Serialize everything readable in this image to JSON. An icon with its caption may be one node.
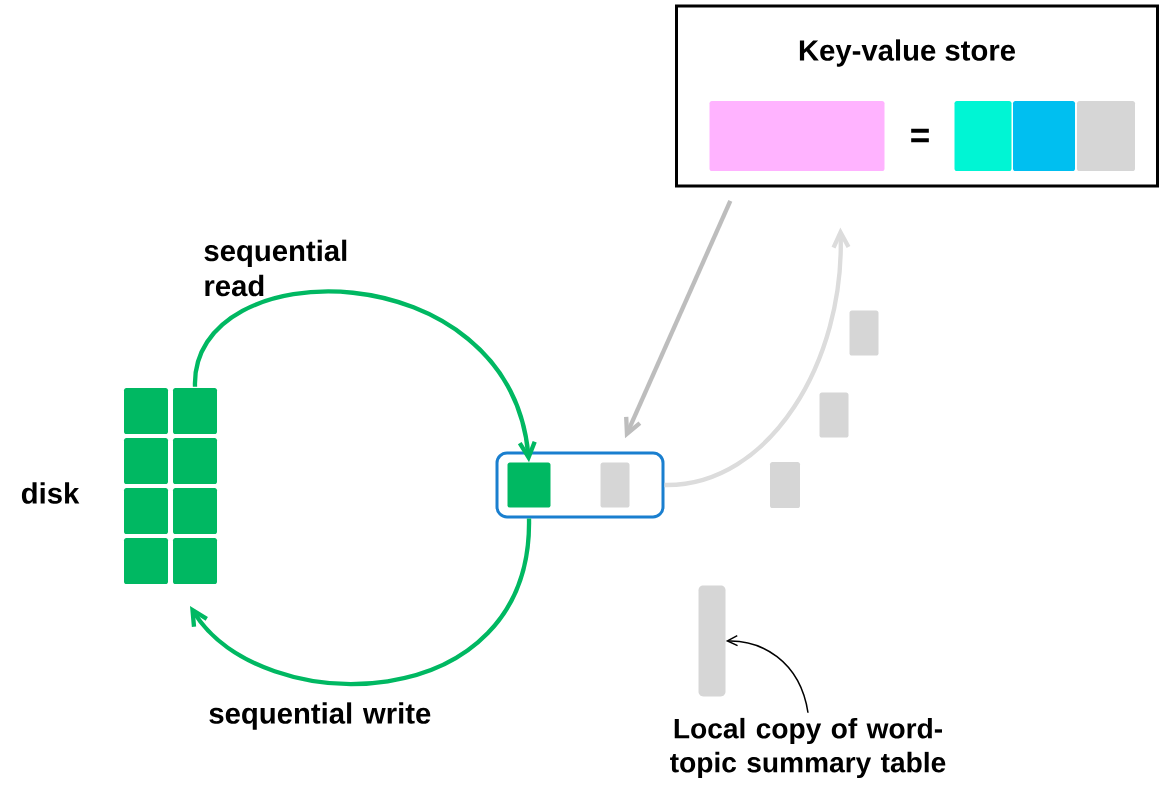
{
  "diagram": {
    "nodes": [
      {
        "text": [],
        "shape": "box",
        "beside": [
          "disk"
        ]
      },
      {
        "text": [],
        "shape": "box"
      },
      {
        "text": [],
        "shape": "box",
        "in": 1
      },
      {
        "text": [],
        "shape": "box",
        "in": 1
      },
      {
        "text": [
          "Key-value store"
        ]
      },
      {
        "text": [],
        "shape": "box",
        "in": 4
      },
      {
        "text": [],
        "shape": "box",
        "in": 4
      },
      {
        "text": [],
        "shape": "box",
        "in": 4
      },
      {
        "text": [],
        "shape": "box",
        "in": 4
      },
      {
        "text": [],
        "shape": "box"
      },
      {
        "text": [],
        "shape": "box"
      },
      {
        "text": [],
        "shape": "box"
      },
      {
        "text": [],
        "shape": "bar"
      },
      {
        "text": [
          "Local copy of word-topic summary table"
        ]
      }
    ],
    "edges": [
      {
        "from": 0,
        "to": 2,
        "arrow": "to",
        "label": "sequential read",
        "color": "#00b862"
      },
      {
        "from": 1,
        "to": 0,
        "arrow": "to",
        "label": "sequential write",
        "color": "#00b862"
      },
      {
        "from": 4,
        "to": 1,
        "arrow": "to",
        "color": "#bdbdbd"
      },
      {
        "from": 1,
        "to": 4,
        "arrow": "to",
        "color": "#dcdcdc"
      },
      {
        "from": 13,
        "to": 12,
        "arrow": "to",
        "color": "#000000"
      }
    ],
    "labels": [
      "="
    ]
  }
}
